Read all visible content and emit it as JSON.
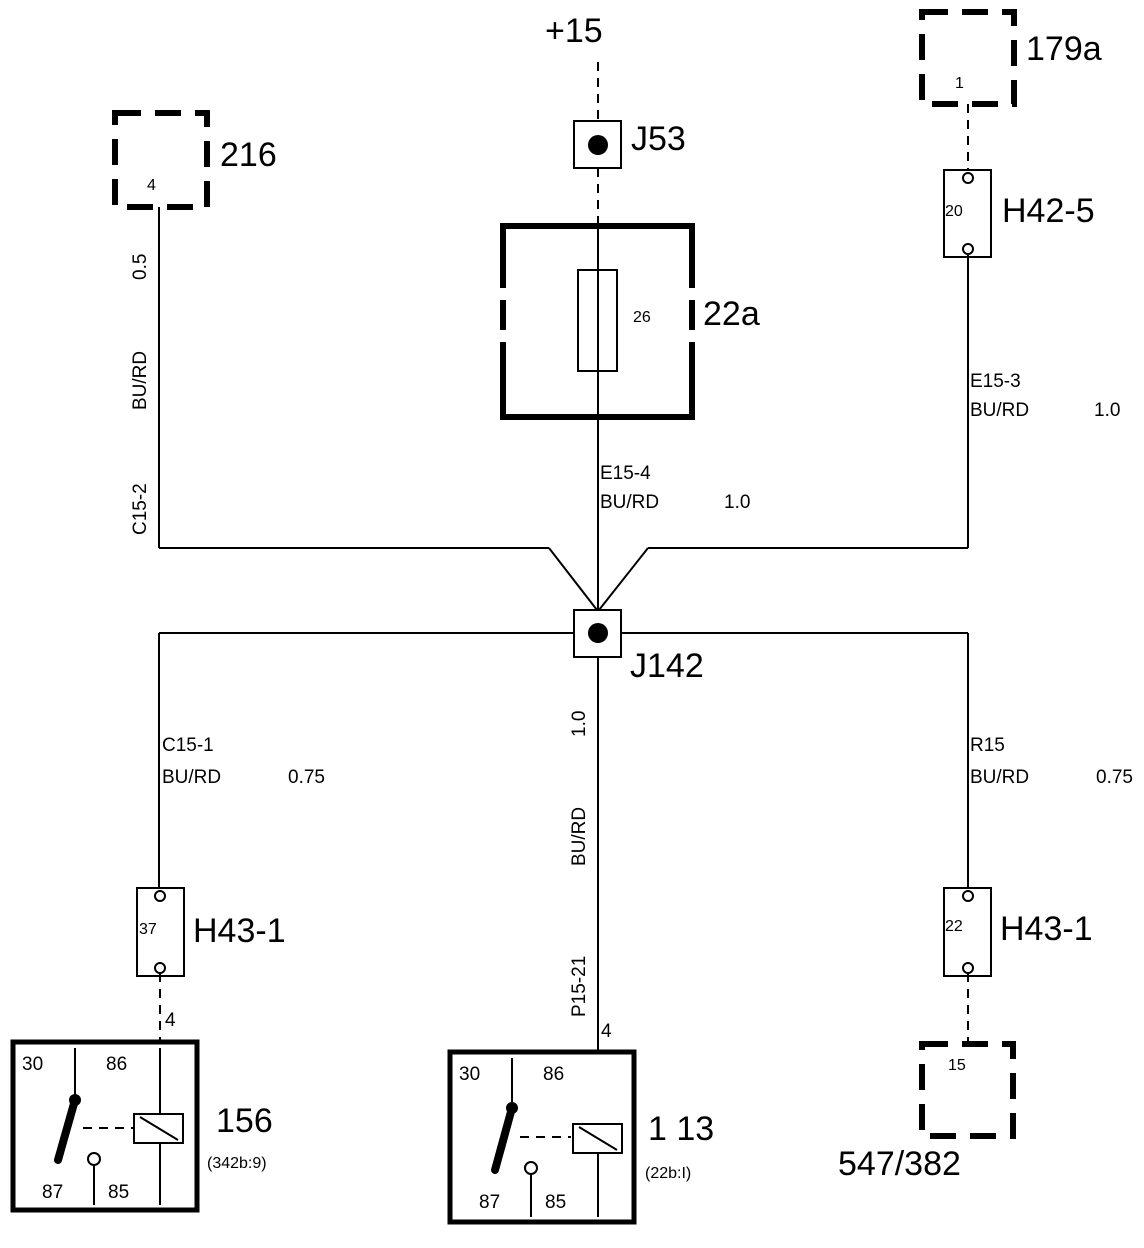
{
  "supply": {
    "label": "+15"
  },
  "junctions": {
    "j53": "J53",
    "j142": "J142"
  },
  "fuse_box": {
    "id": "22a",
    "fuse_number": "26"
  },
  "connectors": {
    "c216": {
      "id": "216",
      "pin": "4"
    },
    "c179a": {
      "id": "179a",
      "pin": "1"
    },
    "c547": {
      "id": "547/382",
      "pin": "15"
    },
    "h42_5": {
      "id": "H42-5",
      "pin": "20"
    },
    "h43_1_left": {
      "id": "H43-1",
      "pin": "37"
    },
    "h43_1_right": {
      "id": "H43-1",
      "pin": "22"
    }
  },
  "wires": {
    "left_top": {
      "size": "0.5",
      "color": "BU/RD",
      "code": "C15-2"
    },
    "center_top": {
      "code": "E15-4",
      "color": "BU/RD",
      "size": "1.0"
    },
    "right_top": {
      "code": "E15-3",
      "color": "BU/RD",
      "size": "1.0"
    },
    "left_bottom": {
      "code": "C15-1",
      "color": "BU/RD",
      "size": "0.75",
      "pin": "4"
    },
    "center_bottom": {
      "size": "1.0",
      "color": "BU/RD",
      "code": "P15-21",
      "pin": "4"
    },
    "right_bottom": {
      "code": "R15",
      "color": "BU/RD",
      "size": "0.75"
    }
  },
  "relays": {
    "left": {
      "id": "156",
      "ref": "(342b:9)",
      "t30": "30",
      "t86": "86",
      "t87": "87",
      "t85": "85"
    },
    "center": {
      "id": "1 13",
      "ref": "(22b:I)",
      "t30": "30",
      "t86": "86",
      "t87": "87",
      "t85": "85"
    }
  }
}
